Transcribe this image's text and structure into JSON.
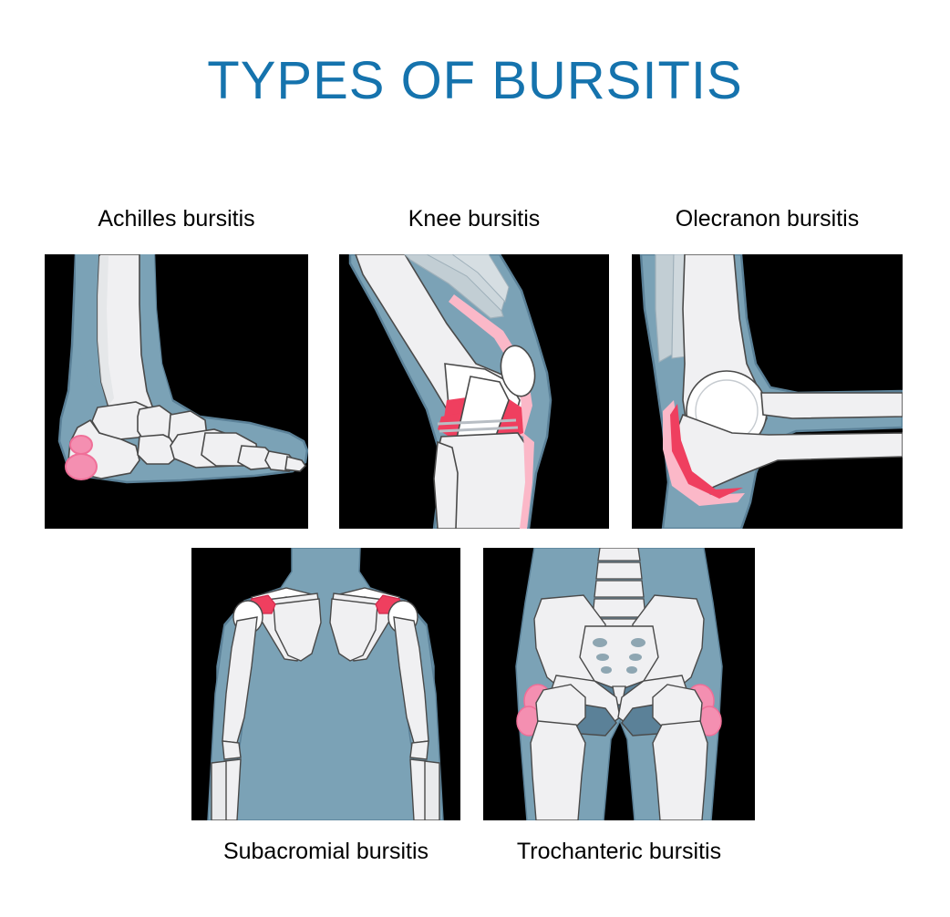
{
  "title": "TYPES OF BURSITIS",
  "theme": {
    "title_color": "#1573ad",
    "label_color": "#000000",
    "panel_background": "#000000",
    "page_background": "#ffffff",
    "soft_tissue_blue": "#7ba2b6",
    "soft_tissue_dark": "#5b8198",
    "bone_white": "#f0f0f2",
    "bone_outline": "#4a4a4a",
    "bursa_pink": "#f48fb1",
    "bursa_pink_dark": "#ef6f98",
    "bursa_red": "#ef3f5f",
    "bursa_red_light": "#fbb8c8",
    "tendon_grey": "#c2ced4"
  },
  "panels": [
    {
      "id": "achilles",
      "label": "Achilles bursitis",
      "region": "ankle and foot, lateral view",
      "bones": [
        "tibia",
        "talus",
        "calcaneus",
        "navicular",
        "cuneiform",
        "metatarsals",
        "phalanges"
      ],
      "bursae": [
        "retrocalcaneal bursa",
        "subcutaneous calcaneal bursa"
      ],
      "bursa_color": "#f48fb1"
    },
    {
      "id": "knee",
      "label": "Knee bursitis",
      "region": "knee joint, lateral view",
      "bones": [
        "femur",
        "patella",
        "tibia",
        "fibula"
      ],
      "bursae": [
        "suprapatellar bursa",
        "prepatellar bursa",
        "infrapatellar bursa"
      ],
      "bursa_color": "#ef3f5f"
    },
    {
      "id": "olecranon",
      "label": "Olecranon bursitis",
      "region": "elbow joint, flexed lateral view",
      "bones": [
        "humerus",
        "ulna",
        "radius"
      ],
      "bursae": [
        "olecranon bursa"
      ],
      "bursa_color": "#ef3f5f"
    },
    {
      "id": "subacromial",
      "label": "Subacromial bursitis",
      "region": "shoulders and upper torso, anterior view",
      "bones": [
        "clavicle",
        "scapula",
        "humerus",
        "radius",
        "ulna"
      ],
      "bursae": [
        "left subacromial bursa",
        "right subacromial bursa"
      ],
      "bursa_color": "#ef3f5f"
    },
    {
      "id": "trochanteric",
      "label": "Trochanteric bursitis",
      "region": "pelvis and hips, anterior view",
      "bones": [
        "lumbar vertebrae",
        "sacrum",
        "coccyx",
        "ilium",
        "ischium",
        "pubis",
        "femur"
      ],
      "bursae": [
        "left trochanteric bursa",
        "right trochanteric bursa"
      ],
      "bursa_color": "#f48fb1"
    }
  ]
}
